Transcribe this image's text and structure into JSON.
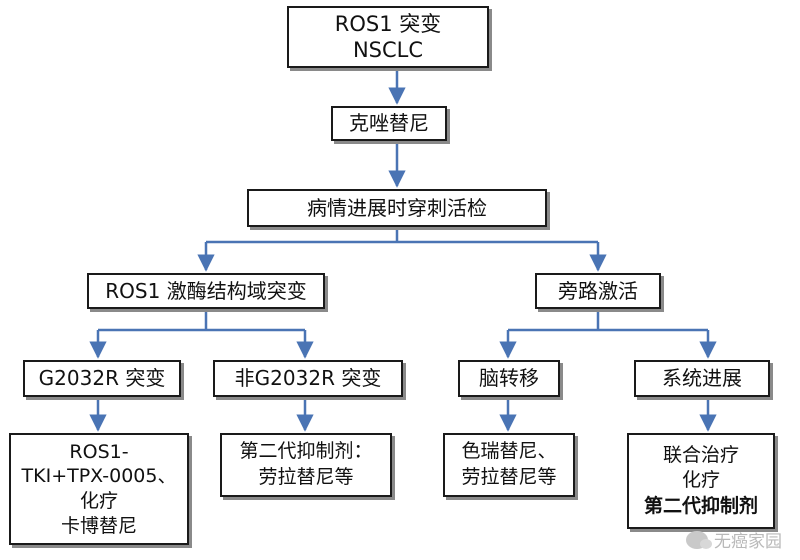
{
  "nodes": {
    "root": {
      "lines": [
        "ROS1 突变",
        "NSCLC"
      ]
    },
    "crizotinib": {
      "lines": [
        "克唑替尼"
      ]
    },
    "biopsy": {
      "lines": [
        "病情进展时穿刺活检"
      ]
    },
    "kinase_mutation": {
      "lines": [
        "ROS1 激酶结构域突变"
      ]
    },
    "bypass": {
      "lines": [
        "旁路激活"
      ]
    },
    "g2032r": {
      "lines": [
        "G2032R 突变"
      ]
    },
    "non_g2032r": {
      "lines": [
        "非G2032R 突变"
      ]
    },
    "brain_mets": {
      "lines": [
        "脑转移"
      ]
    },
    "systemic": {
      "lines": [
        "系统进展"
      ]
    },
    "tx_g2032r": {
      "lines": [
        "ROS1-",
        "TKI+TPX-0005、",
        "化疗",
        "卡博替尼"
      ]
    },
    "tx_non_g2032r": {
      "lines": [
        "第二代抑制剂：",
        "劳拉替尼等"
      ]
    },
    "tx_brain": {
      "lines": [
        "色瑞替尼、",
        "劳拉替尼等"
      ]
    },
    "tx_systemic": {
      "lines": [
        "联合治疗",
        "化疗",
        "第二代抑制剂"
      ]
    }
  },
  "watermark": {
    "text": "无癌家园",
    "icon": "wechat-icon"
  },
  "colors": {
    "connector": "#4a74b4",
    "border": "#1a1a1a",
    "shadow": "#8a8a8a"
  }
}
